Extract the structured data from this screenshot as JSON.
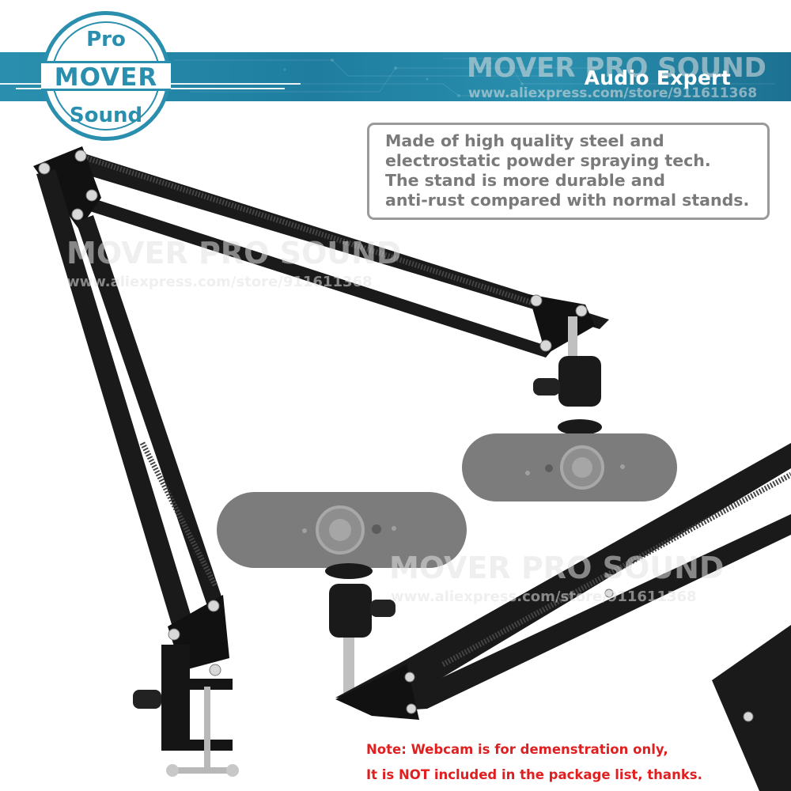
{
  "logo": {
    "top": "Pro",
    "middle": "MOVER",
    "bottom": "Sound"
  },
  "banner": {
    "title": "Audio Expert",
    "watermark_title": "MOVER PRO SOUND",
    "watermark_url": "www.aliexpress.com/store/911611368"
  },
  "feature": {
    "lines": [
      "Made of high quality steel and",
      "electrostatic powder spraying tech.",
      "The stand is more durable and",
      "anti-rust compared with normal stands."
    ]
  },
  "watermarks": {
    "title": "MOVER PRO SOUND",
    "url": "www.aliexpress.com/store/911611368"
  },
  "note": {
    "line1": "Note: Webcam is for demenstration only,",
    "line2": "It is NOT included in the package list, thanks."
  },
  "colors": {
    "brand": "#2a8fae",
    "note": "#e02020",
    "box_text": "#7a7a7a",
    "arm": "#1a1a1a",
    "webcam": "#7c7c7c"
  }
}
